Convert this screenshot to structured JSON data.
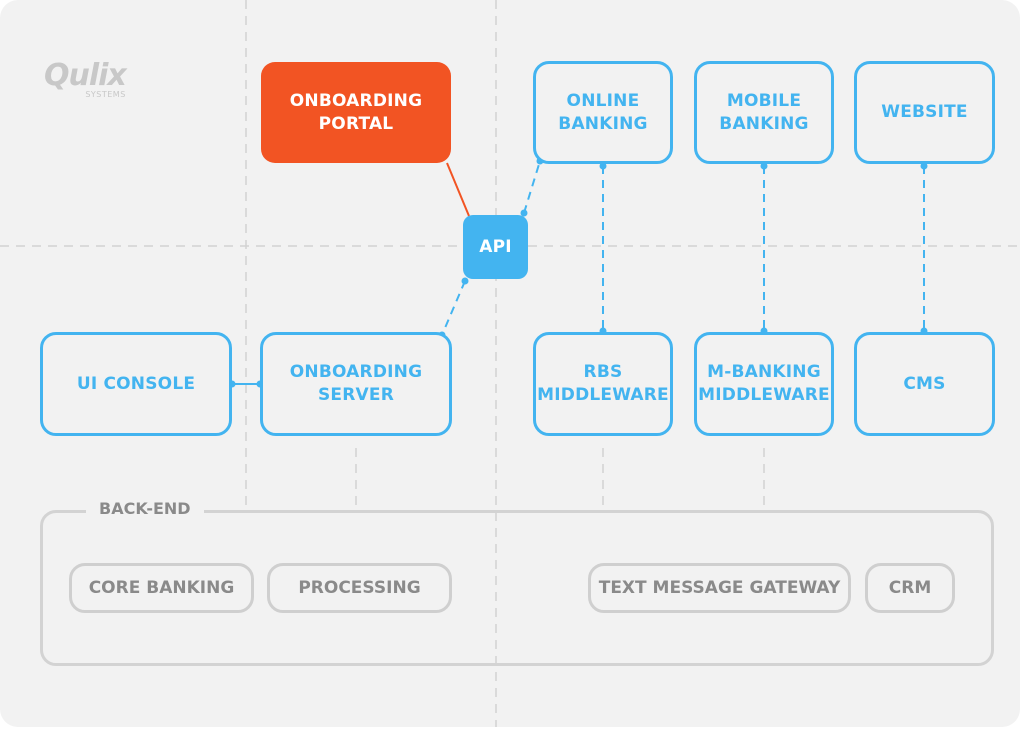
{
  "logo": {
    "word": "Qulix",
    "sub": "SYSTEMS"
  },
  "colors": {
    "accent": "#43b4f0",
    "highlight": "#f25423",
    "muted": "#cfcfcf",
    "background": "#f2f2f2"
  },
  "nodes": {
    "onboarding_portal": "ONBOARDING\nPORTAL",
    "online_banking": "ONLINE\nBANKING",
    "mobile_banking": "MOBILE\nBANKING",
    "website": "WEBSITE",
    "api": "API",
    "ui_console": "UI CONSOLE",
    "onboarding_server": "ONBOARDING\nSERVER",
    "rbs_middleware": "RBS\nMIDDLEWARE",
    "m_banking_middleware": "M-BANKING\nMIDDLEWARE",
    "cms": "CMS"
  },
  "backend": {
    "label": "BACK-END",
    "systems": [
      "CORE BANKING",
      "PROCESSING",
      "TEXT MESSAGE GATEWAY",
      "CRM"
    ]
  }
}
